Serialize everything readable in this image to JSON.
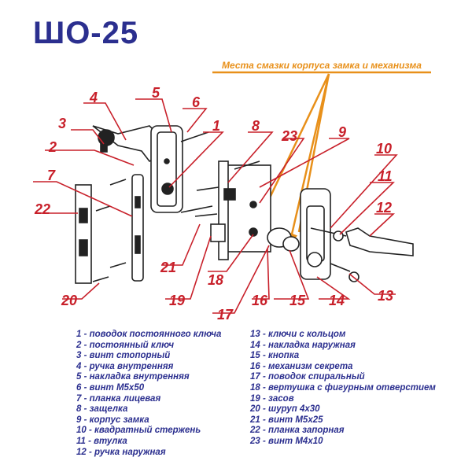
{
  "title": "ШО-25",
  "lubrication_note": "Места смазки корпуса замка и механизма",
  "callouts": [
    "1",
    "2",
    "3",
    "4",
    "5",
    "6",
    "7",
    "8",
    "9",
    "10",
    "11",
    "12",
    "13",
    "14",
    "15",
    "16",
    "17",
    "18",
    "19",
    "20",
    "21",
    "22",
    "23"
  ],
  "legend_left": [
    "1 - поводок постоянного ключа",
    "2 - постоянный ключ",
    "3 - винт стопорный",
    "4 - ручка внутренняя",
    "5 - накладка внутренняя",
    "6 - винт М5х50",
    "7 - планка лицевая",
    "8 - защелка",
    "9 - корпус замка",
    "10 - квадратный стержень",
    "11 - втулка",
    "12 - ручка наружная"
  ],
  "legend_right": [
    "13 - ключи с кольцом",
    "14 - накладка наружная",
    "15 - кнопка",
    "16 - механизм секрета",
    "17 - поводок спиральный",
    "18 - вертушка с фигурным отверстием",
    "19 - засов",
    "20 - шуруп 4х30",
    "21 - винт М5х25",
    "22 - планка запорная",
    "23 - винт М4х10"
  ],
  "colors": {
    "title": "#2b2f8f",
    "callout": "#c8202a",
    "note": "#e8901a",
    "legend": "#2b2f8f",
    "drawing": "#222222"
  }
}
